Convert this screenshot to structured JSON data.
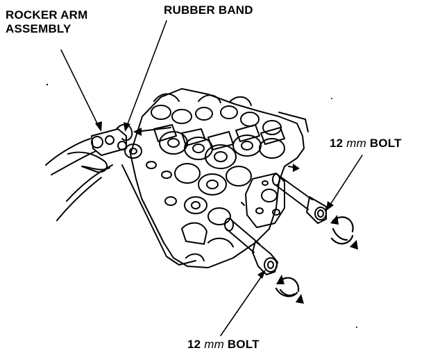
{
  "labels": {
    "rocker_arm_line1": "ROCKER ARM",
    "rocker_arm_line2": "ASSEMBLY",
    "rubber_band": "RUBBER BAND",
    "bolt_right_num": "12",
    "bolt_right_unit": "mm",
    "bolt_right_word": "BOLT",
    "bolt_bottom_num": "12",
    "bolt_bottom_unit": "mm",
    "bolt_bottom_word": "BOLT"
  },
  "colors": {
    "ink": "#000000",
    "paper": "#ffffff"
  }
}
